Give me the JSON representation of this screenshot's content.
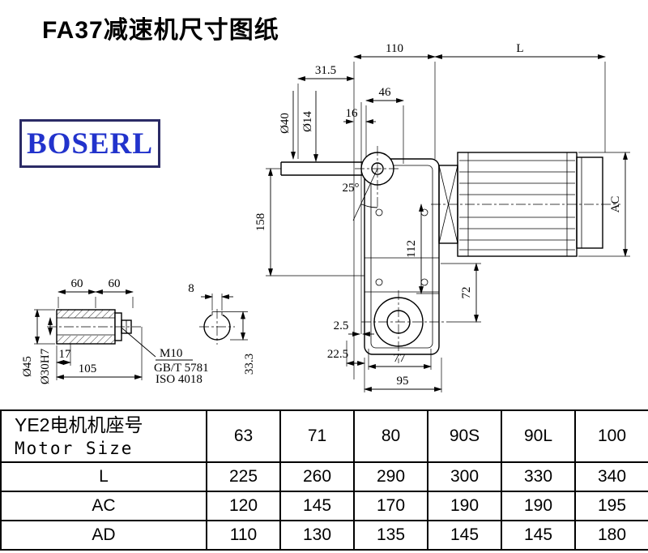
{
  "page": {
    "title": "FA37减速机尺寸图纸",
    "logo": "BOSERL"
  },
  "drawing": {
    "main": {
      "w110": "110",
      "L": "L",
      "w31_5": "31.5",
      "w46": "46",
      "w16": "16",
      "d40": "Ø40",
      "d14": "Ø14",
      "a25": "25°",
      "h158": "158",
      "h112": "112",
      "AC": "AC",
      "h72": "72",
      "w2_5": "2.5",
      "w22_5": "22.5",
      "w77": "77",
      "w95": "95"
    },
    "detail": {
      "w60a": "60",
      "w60b": "60",
      "k8": "8",
      "d45": "Ø45",
      "d30": "Ø30H7",
      "w17": "17",
      "w105": "105",
      "m10": "M10",
      "std1": "GB/T 5781",
      "std2": "ISO 4018",
      "h33_3": "33.3"
    }
  },
  "table": {
    "header_cn": "YE2电机机座号",
    "header_en": "Motor Size",
    "motor_sizes": [
      "63",
      "71",
      "80",
      "90S",
      "90L",
      "100"
    ],
    "rows": [
      {
        "label": "L",
        "values": [
          "225",
          "260",
          "290",
          "300",
          "330",
          "340"
        ]
      },
      {
        "label": "AC",
        "values": [
          "120",
          "145",
          "170",
          "190",
          "190",
          "195"
        ]
      },
      {
        "label": "AD",
        "values": [
          "110",
          "130",
          "135",
          "145",
          "145",
          "180"
        ]
      }
    ]
  }
}
